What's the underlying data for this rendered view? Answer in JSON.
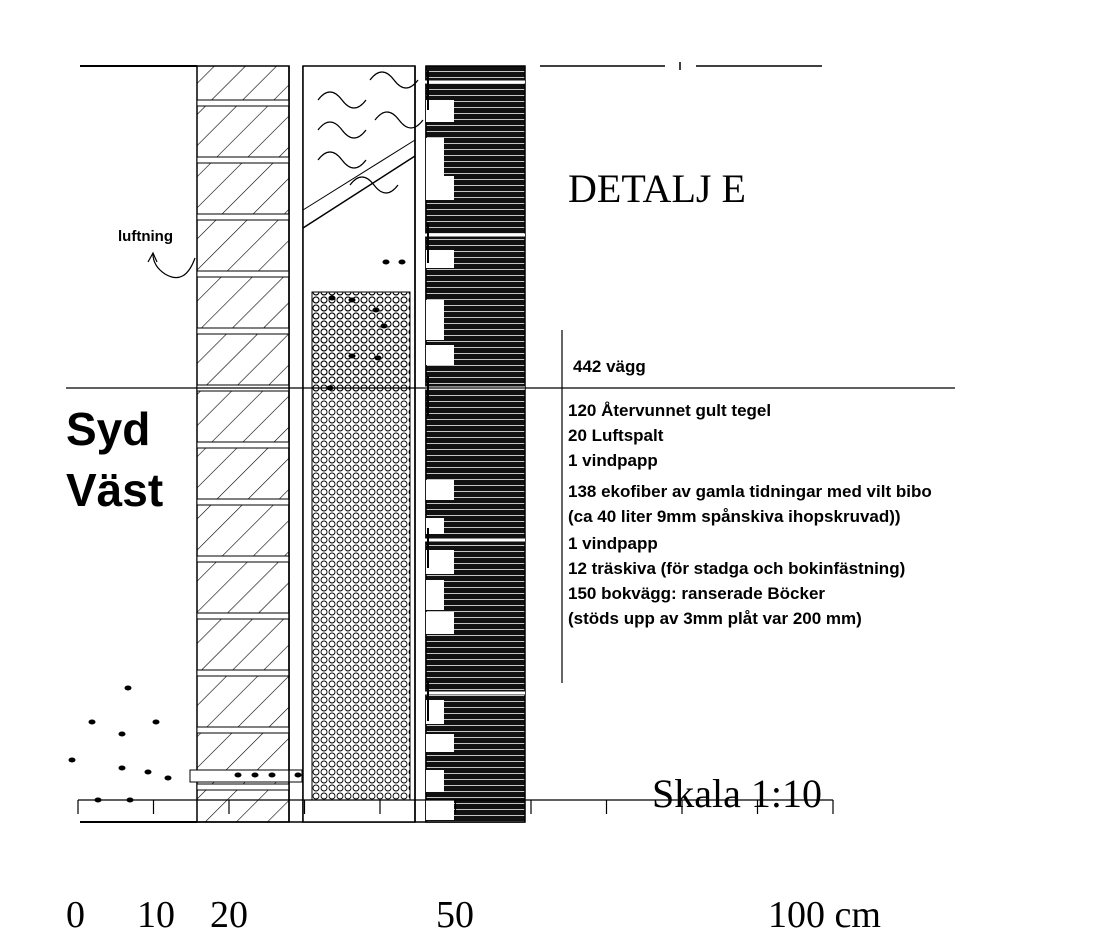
{
  "title": "DETALJ E",
  "orientation": {
    "line1": "Syd",
    "line2": "Väst"
  },
  "vent_label": "luftning",
  "wall_total": "442 vägg",
  "layers": [
    "120 Återvunnet gult tegel",
    "20 Luftspalt",
    "1 vindpapp",
    "138 ekofiber av gamla tidningar med vilt bibo",
    "(ca 40 liter 9mm spånskiva ihopskruvad))",
    "1 vindpapp",
    "12 träskiva (för stadga och bokinfästning)",
    "150 bokvägg: ranserade Böcker",
    "(stöds upp av 3mm plåt var 200 mm)"
  ],
  "scale_label": "Skala 1:10",
  "scale_bar": {
    "labels": [
      "0",
      "10",
      "20",
      "50",
      "100 cm"
    ],
    "max_cm": 100,
    "tick_every_cm": 10
  }
}
